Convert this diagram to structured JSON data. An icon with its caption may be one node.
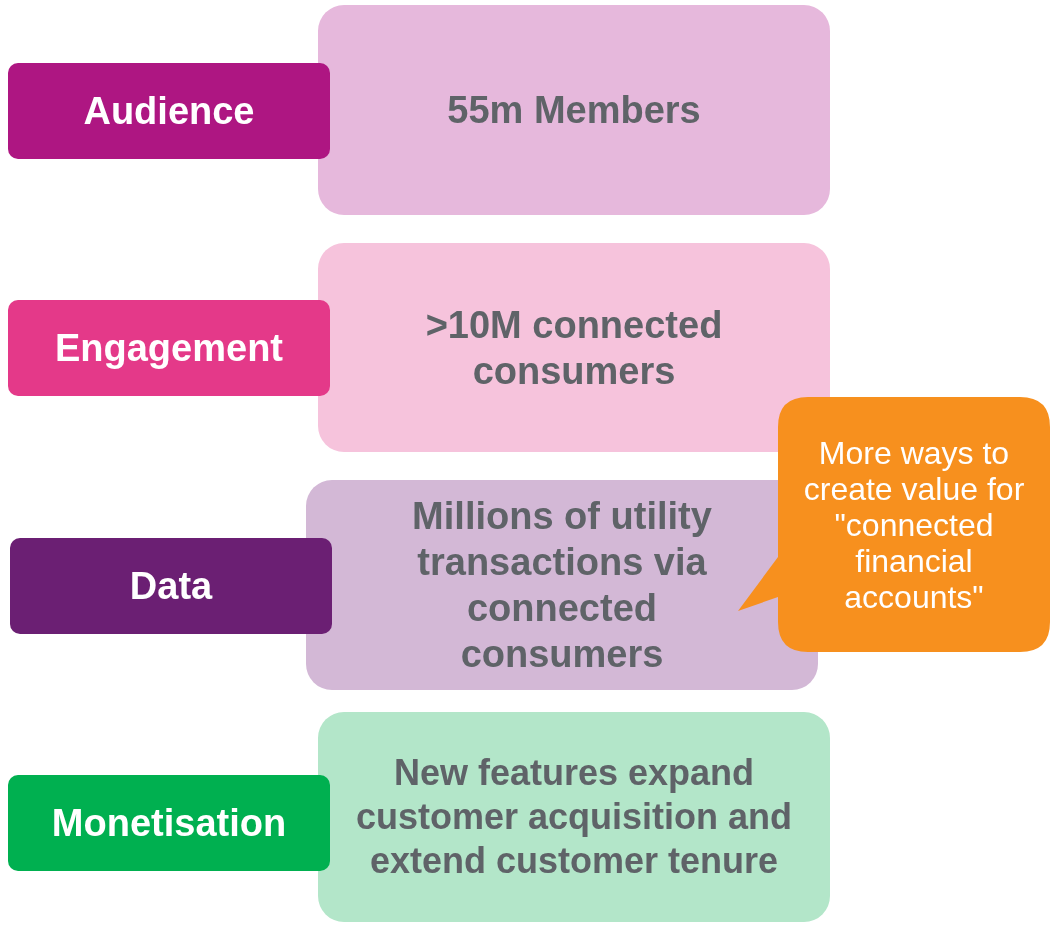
{
  "diagram": {
    "nodes": [
      {
        "text": [
          "Audience"
        ]
      },
      {
        "text": [
          "55m Members"
        ]
      },
      {
        "text": [
          "Engagement"
        ]
      },
      {
        "text": [
          ">10M connected consumers"
        ]
      },
      {
        "text": [
          "Data"
        ]
      },
      {
        "text": [
          "Millions of utility transactions via connected consumers"
        ]
      },
      {
        "text": [
          "More ways to create value for \"connected financial accounts\""
        ]
      },
      {
        "text": [
          "Monetisation"
        ]
      },
      {
        "text": [
          "New features expand customer acquisition and extend customer tenure"
        ]
      }
    ],
    "edges": []
  }
}
